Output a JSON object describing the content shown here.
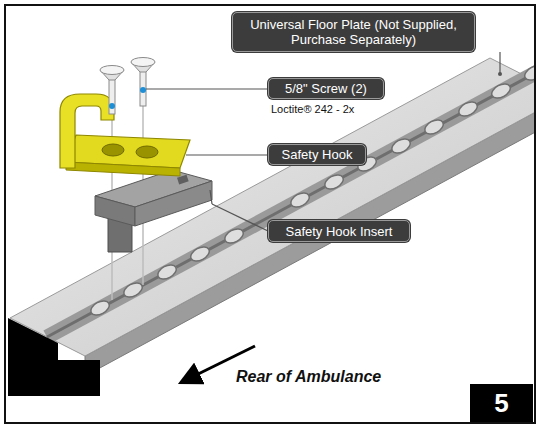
{
  "diagram": {
    "nodes": [
      {
        "text": [
          "Universal Floor Plate (Not Supplied, Purchase Separately)"
        ]
      },
      {
        "text": [
          "5/8\" Screw (2)"
        ]
      },
      {
        "text": [
          "Safety Hook"
        ]
      },
      {
        "text": [
          "Safety Hook Insert"
        ]
      },
      {
        "text": [
          "5"
        ]
      }
    ],
    "labels": [
      "Loctite® 242 - 2x",
      "Rear of Ambulance"
    ]
  }
}
